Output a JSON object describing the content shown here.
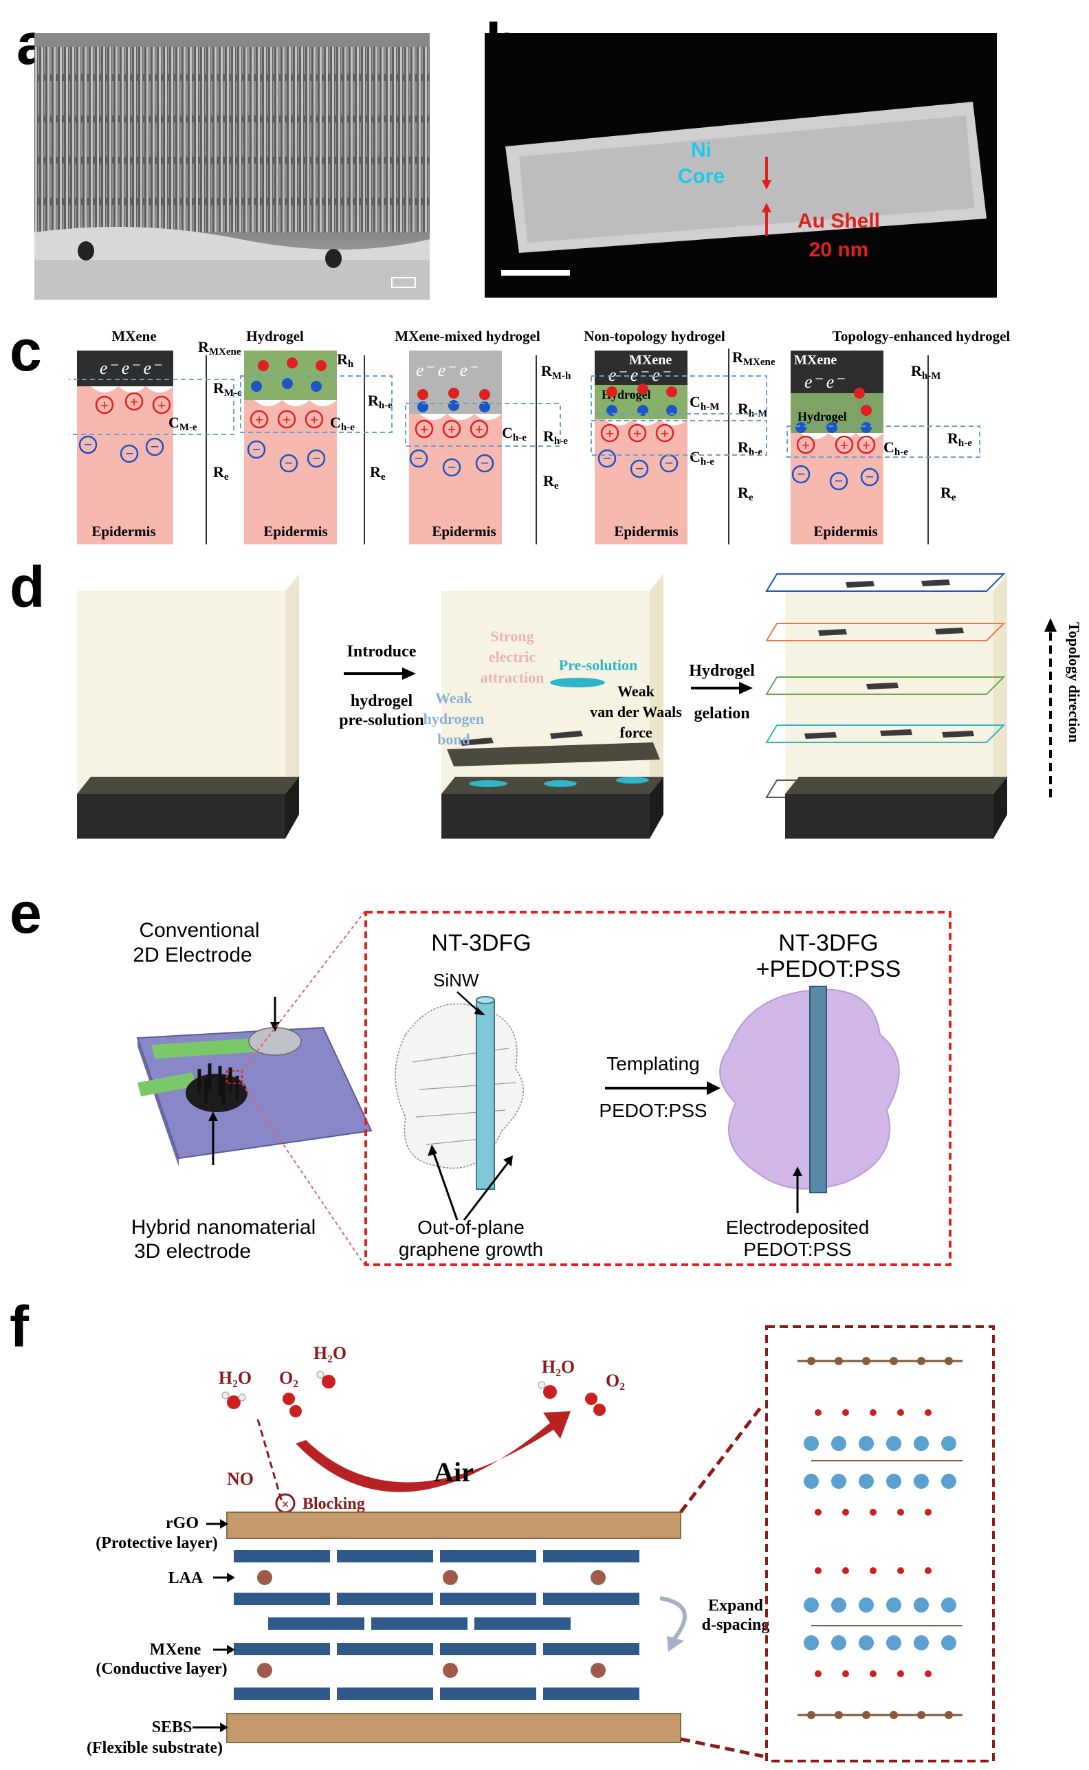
{
  "panel_labels": {
    "a": "a",
    "b": "b",
    "c": "c",
    "d": "d",
    "e": "e",
    "f": "f"
  },
  "panel_b": {
    "core_line1": "Ni",
    "core_line2": "Core",
    "shell_line1": "Au Shell",
    "shell_line2": "20 nm"
  },
  "panel_c": {
    "columns": [
      {
        "title": "MXene",
        "top_label": "",
        "resistors": [
          "R_MXene",
          "R_M-e",
          "R_e"
        ],
        "capacitor": "C_M-e"
      },
      {
        "title": "Hydrogel",
        "top_label": "",
        "resistors": [
          "R_h",
          "R_h-e",
          "R_e"
        ],
        "capacitor": "C_h-e"
      },
      {
        "title": "MXene-mixed hydrogel",
        "top_label": "",
        "resistors": [
          "R_M-h",
          "R_h-e",
          "R_e"
        ],
        "capacitor": "C_h-e"
      },
      {
        "title": "Non-topology hydrogel",
        "top_label": "MXene",
        "mid_label": "Hydrogel",
        "resistors": [
          "R_MXene",
          "R_h-M",
          "R_h-e",
          "R_e"
        ],
        "capacitors": [
          "C_h-M",
          "C_h-e"
        ]
      },
      {
        "title": "Topology-enhanced hydrogel",
        "top_label": "MXene",
        "mid_label": "Hydrogel",
        "resistors": [
          "R_h-M",
          "R_h-e",
          "R_e"
        ],
        "capacitor": "C_h-e"
      }
    ],
    "epidermis": "Epidermis",
    "electron": "e⁻"
  },
  "panel_d": {
    "arrow1": [
      "Introduce",
      "hydrogel",
      "pre-solution"
    ],
    "attraction": [
      "Strong",
      "electric",
      "attraction"
    ],
    "presolution": "Pre-solution",
    "hbond": [
      "Weak",
      "hydrogen",
      "bond"
    ],
    "vdw": [
      "Weak",
      "van der Waals",
      "force"
    ],
    "arrow2": [
      "Hydrogel",
      "gelation"
    ],
    "topology": "Topology direction"
  },
  "panel_e": {
    "conventional": [
      "Conventional",
      "2D Electrode"
    ],
    "hybrid": [
      "Hybrid nanomaterial",
      "3D electrode"
    ],
    "nt3dfg": "NT-3DFG",
    "sinw": "SiNW",
    "nt3dfg_pedot": [
      "NT-3DFG",
      "+PEDOT:PSS"
    ],
    "templating": "Templating",
    "pedot": "PEDOT:PSS",
    "outofplane": [
      "Out-of-plane",
      "graphene growth"
    ],
    "electrodeposited": [
      "Electrodeposited",
      "PEDOT:PSS"
    ]
  },
  "panel_f": {
    "h2o": "H₂O",
    "o2": "O₂",
    "no": "NO",
    "air": "Air",
    "blocking": "Blocking",
    "rgo": [
      "rGO",
      "(Protective layer)"
    ],
    "laa": "LAA",
    "mxene": [
      "MXene",
      "(Conductive layer)"
    ],
    "sebs": [
      "SEBS",
      "(Flexible substrate)"
    ],
    "expand": [
      "Expand",
      "d-spacing"
    ]
  },
  "colors": {
    "red": "#e02020",
    "blue": "#1a56c4",
    "skin": "#f7b8b0",
    "mxene": "#2e2e2e",
    "hydrogel": "#88b06a",
    "cyan": "#1ec8e8",
    "brown": "#b88a5e",
    "darkred": "#8b1a1a"
  }
}
